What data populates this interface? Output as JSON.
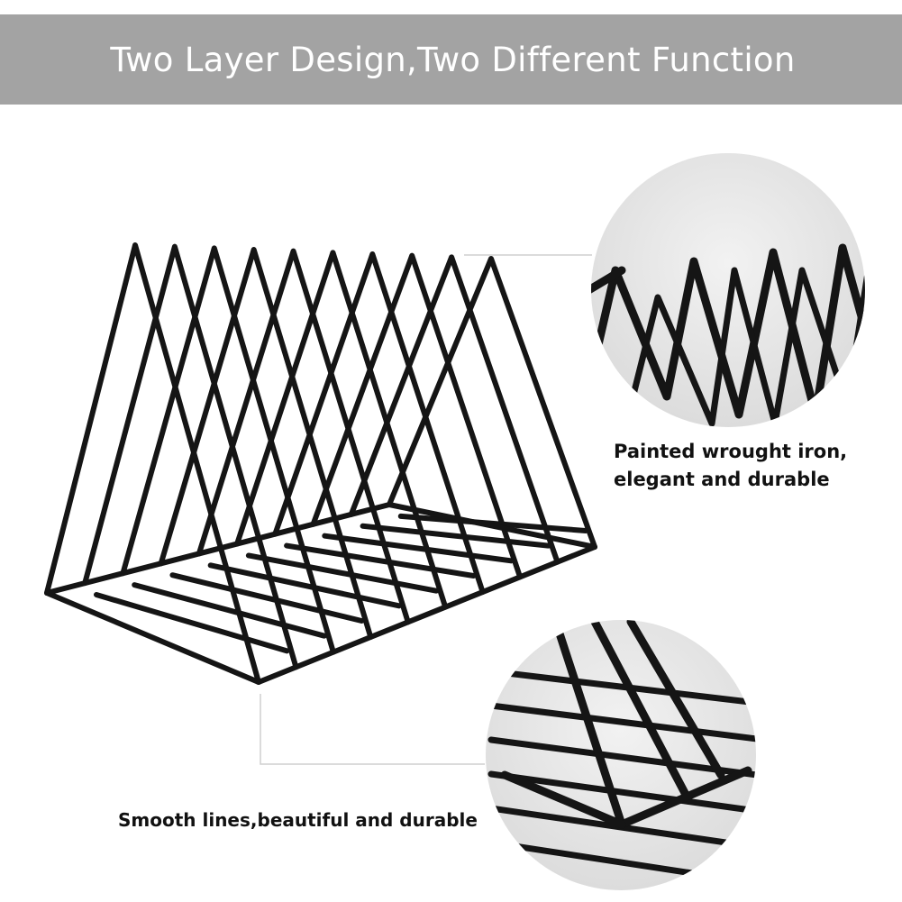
{
  "banner": {
    "title": "Two Layer Design,Two Different Function",
    "background": "#a3a3a3"
  },
  "detail_top": {
    "caption_line1": "Painted wrought iron,",
    "caption_line2": "elegant and durable"
  },
  "detail_bottom": {
    "caption": "Smooth lines,beautiful and durable"
  },
  "colors": {
    "wire": "#151515",
    "circle_bg": "#e9e9e9",
    "connector": "#cfcfcf"
  }
}
